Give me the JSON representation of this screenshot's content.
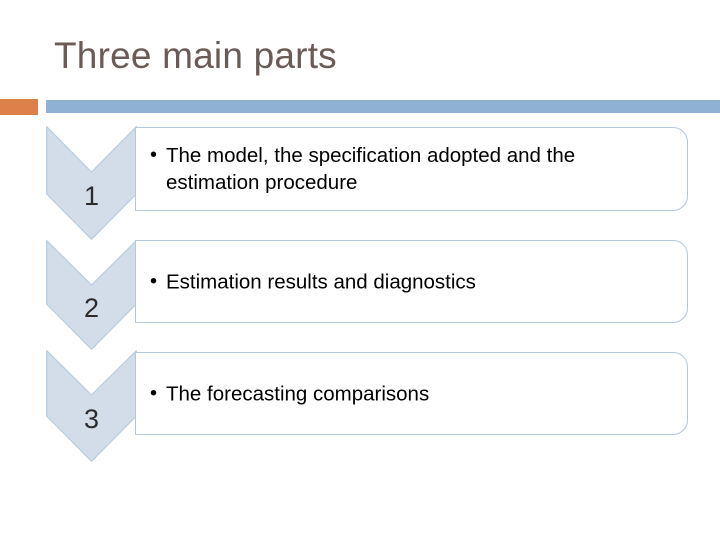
{
  "slide": {
    "title": "Three main parts",
    "title_color": "#6a5b56",
    "background_color": "#ffffff",
    "accent_rule_color": "#dd8049",
    "main_rule_color": "#8fb2d4",
    "chevron_fill_color": "#d3dde9",
    "chevron_border_color": "#b8cce0",
    "textbox_border_color": "#b5c7db",
    "bullet_glyph": "•"
  },
  "rows": [
    {
      "number": "1",
      "text": "The model, the specification adopted and the estimation procedure"
    },
    {
      "number": "2",
      "text": "Estimation results and diagnostics"
    },
    {
      "number": "3",
      "text": "The forecasting comparisons"
    }
  ]
}
